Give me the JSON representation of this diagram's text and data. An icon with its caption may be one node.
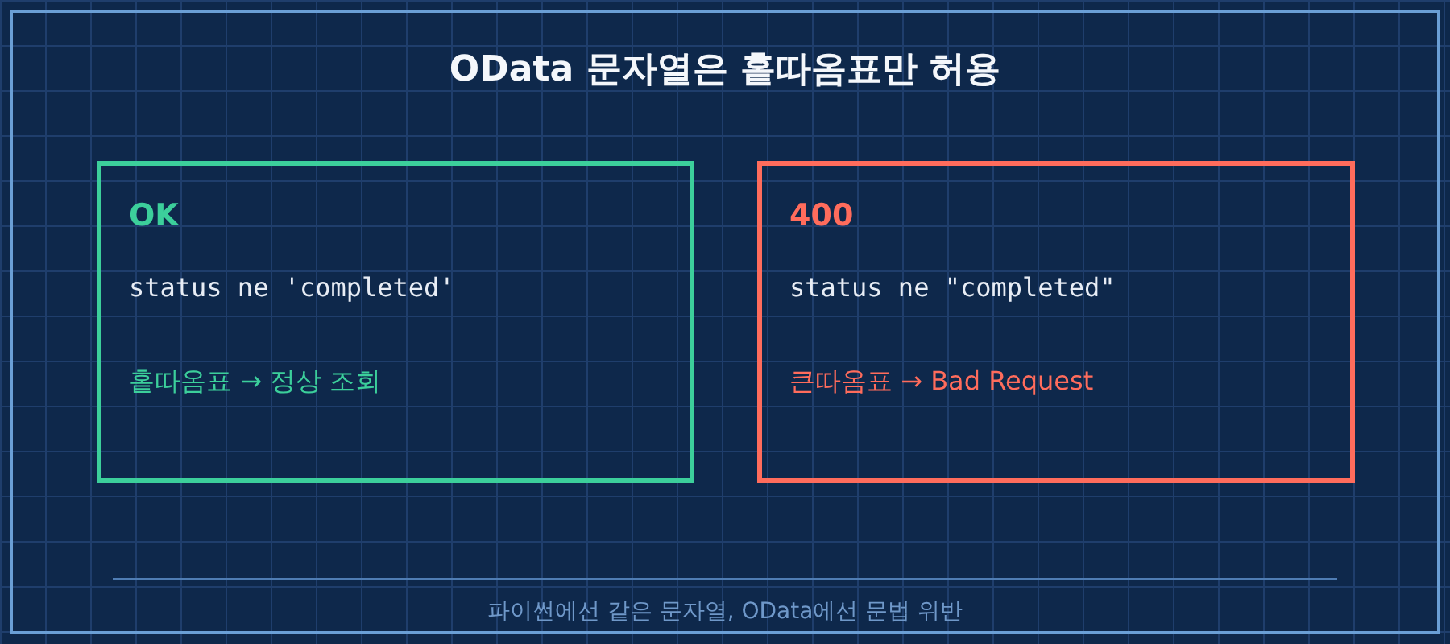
{
  "diagram": {
    "title": "OData 문자열은 홑따옴표만 허용",
    "caption": "파이썬에선 같은 문자열, OData에선 문법 위반",
    "nodes": [
      {
        "text": [
          "OK",
          "status ne 'completed'",
          "홑따옴표 → 정상 조회"
        ]
      },
      {
        "text": [
          "400",
          "status ne \"completed\"",
          "큰따옴표 → Bad Request"
        ]
      }
    ]
  }
}
